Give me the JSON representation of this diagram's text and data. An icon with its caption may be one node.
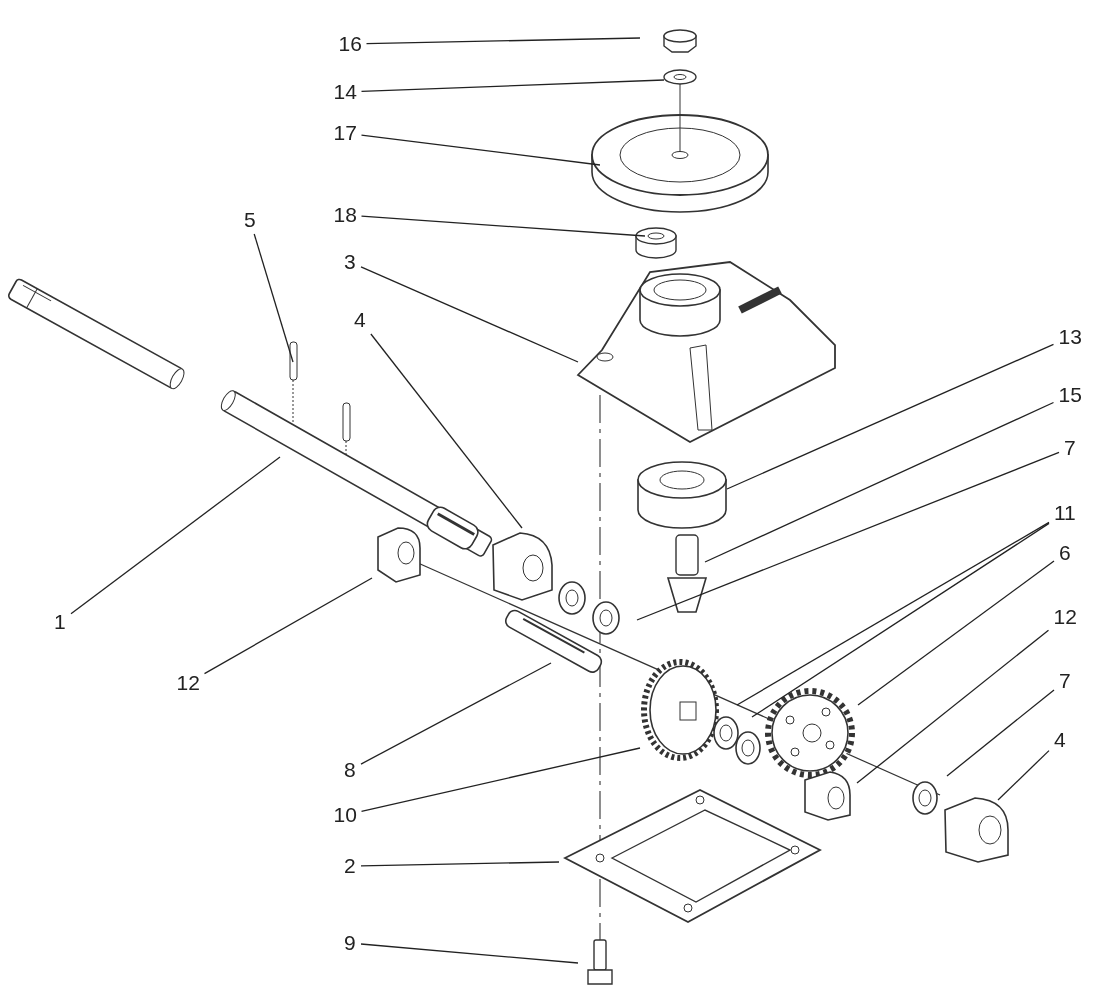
{
  "diagram": {
    "nodes": [
      {
        "text": [
          "16"
        ]
      },
      {
        "text": [
          "14"
        ]
      },
      {
        "text": [
          "17"
        ]
      },
      {
        "text": [
          "18"
        ]
      },
      {
        "text": [
          "5"
        ]
      },
      {
        "text": [
          "3"
        ]
      },
      {
        "text": [
          "4"
        ]
      },
      {
        "text": [
          "13"
        ]
      },
      {
        "text": [
          "15"
        ]
      },
      {
        "text": [
          "7"
        ]
      },
      {
        "text": [
          "11"
        ]
      },
      {
        "text": [
          "6"
        ]
      },
      {
        "text": [
          "1"
        ]
      },
      {
        "text": [
          "12"
        ]
      },
      {
        "text": [
          "12"
        ]
      },
      {
        "text": [
          "8"
        ]
      },
      {
        "text": [
          "7"
        ]
      },
      {
        "text": [
          "4"
        ]
      },
      {
        "text": [
          "10"
        ]
      },
      {
        "text": [
          "2"
        ]
      },
      {
        "text": [
          "9"
        ]
      }
    ],
    "edges": [
      {
        "from": 0,
        "to": null,
        "arrow": "none"
      },
      {
        "from": 1,
        "to": null,
        "arrow": "none"
      },
      {
        "from": 2,
        "to": null,
        "arrow": "none"
      },
      {
        "from": 3,
        "to": null,
        "arrow": "none"
      },
      {
        "from": 4,
        "to": null,
        "arrow": "none"
      },
      {
        "from": 5,
        "to": null,
        "arrow": "none"
      },
      {
        "from": 6,
        "to": null,
        "arrow": "none"
      },
      {
        "from": 7,
        "to": null,
        "arrow": "none"
      },
      {
        "from": 8,
        "to": null,
        "arrow": "none"
      },
      {
        "from": 9,
        "to": null,
        "arrow": "none"
      },
      {
        "from": 10,
        "to": null,
        "arrow": "none"
      },
      {
        "from": 10,
        "to": null,
        "arrow": "none"
      },
      {
        "from": 11,
        "to": null,
        "arrow": "none"
      },
      {
        "from": 12,
        "to": null,
        "arrow": "none"
      },
      {
        "from": 13,
        "to": null,
        "arrow": "none"
      },
      {
        "from": 14,
        "to": null,
        "arrow": "none"
      },
      {
        "from": 15,
        "to": null,
        "arrow": "none"
      },
      {
        "from": 16,
        "to": null,
        "arrow": "none"
      },
      {
        "from": 17,
        "to": null,
        "arrow": "none"
      },
      {
        "from": 18,
        "to": null,
        "arrow": "none"
      },
      {
        "from": 19,
        "to": null,
        "arrow": "none"
      },
      {
        "from": 20,
        "to": null,
        "arrow": "none"
      }
    ]
  }
}
